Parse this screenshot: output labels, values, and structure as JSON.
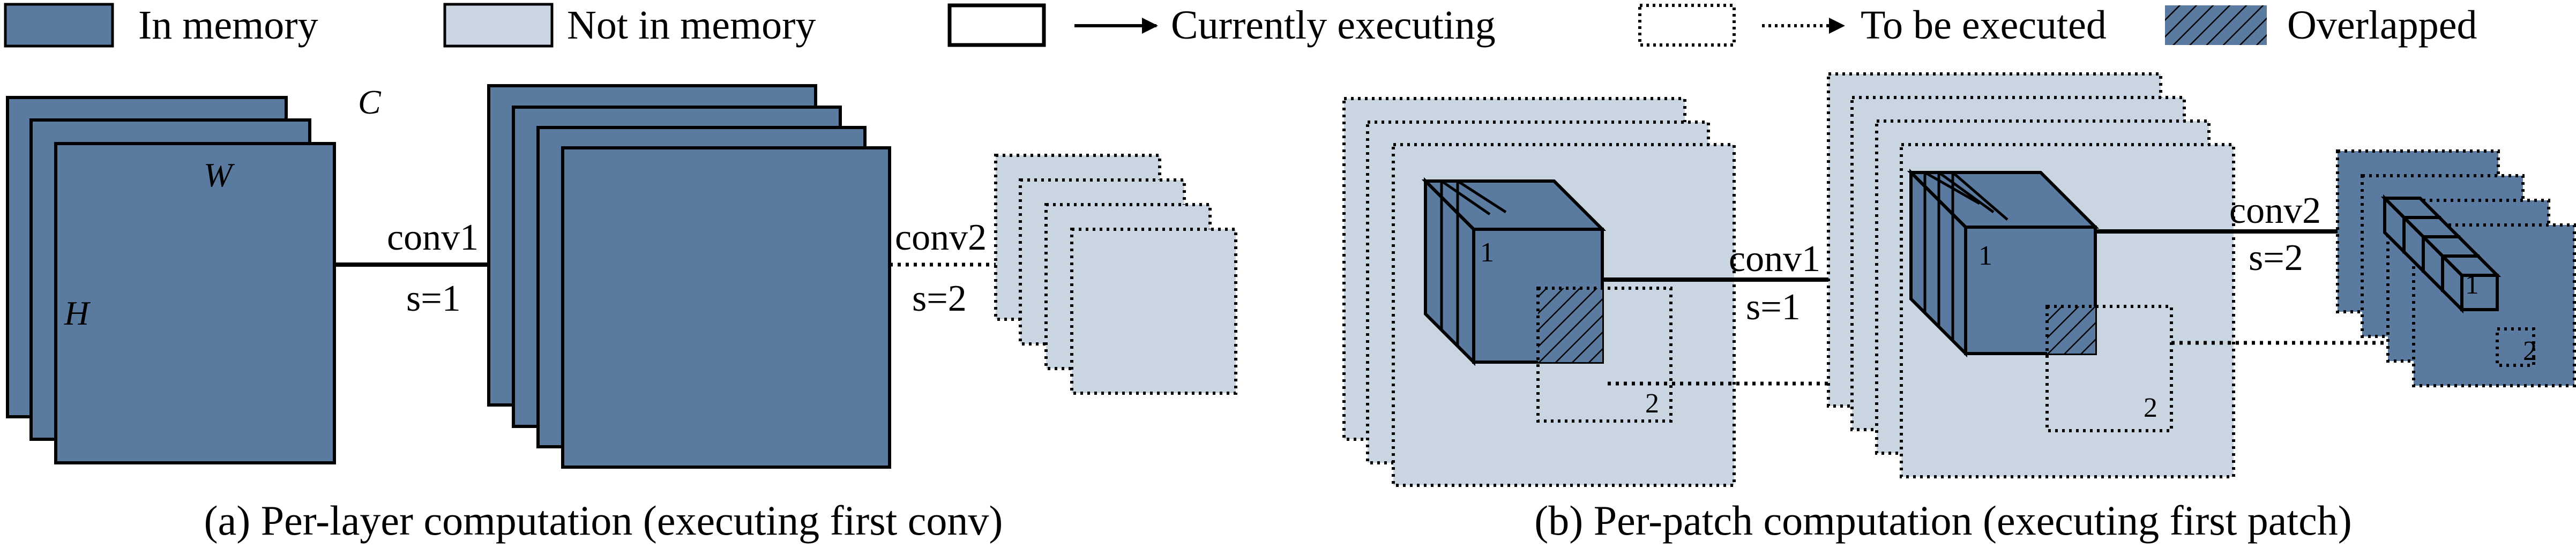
{
  "legend": {
    "in_memory": "In memory",
    "not_in_memory": "Not in memory",
    "currently_executing": "Currently executing",
    "to_be_executed": "To be executed",
    "overlapped": "Overlapped"
  },
  "colors": {
    "in_memory": "#5b7aa0",
    "not_in_memory": "#c9d6e2",
    "stroke": "#000000"
  },
  "panel_a": {
    "dim_c": "C",
    "dim_w": "W",
    "dim_h": "H",
    "conv1_label": "conv1",
    "conv1_stride": "s=1",
    "conv2_label": "conv2",
    "conv2_stride": "s=2",
    "caption": "(a) Per-layer computation (executing first conv)"
  },
  "panel_b": {
    "conv1_label": "conv1",
    "conv1_stride": "s=1",
    "conv2_label": "conv2",
    "conv2_stride": "s=2",
    "patch1": "1",
    "patch2": "2",
    "caption": "(b) Per-patch computation (executing first patch)"
  }
}
